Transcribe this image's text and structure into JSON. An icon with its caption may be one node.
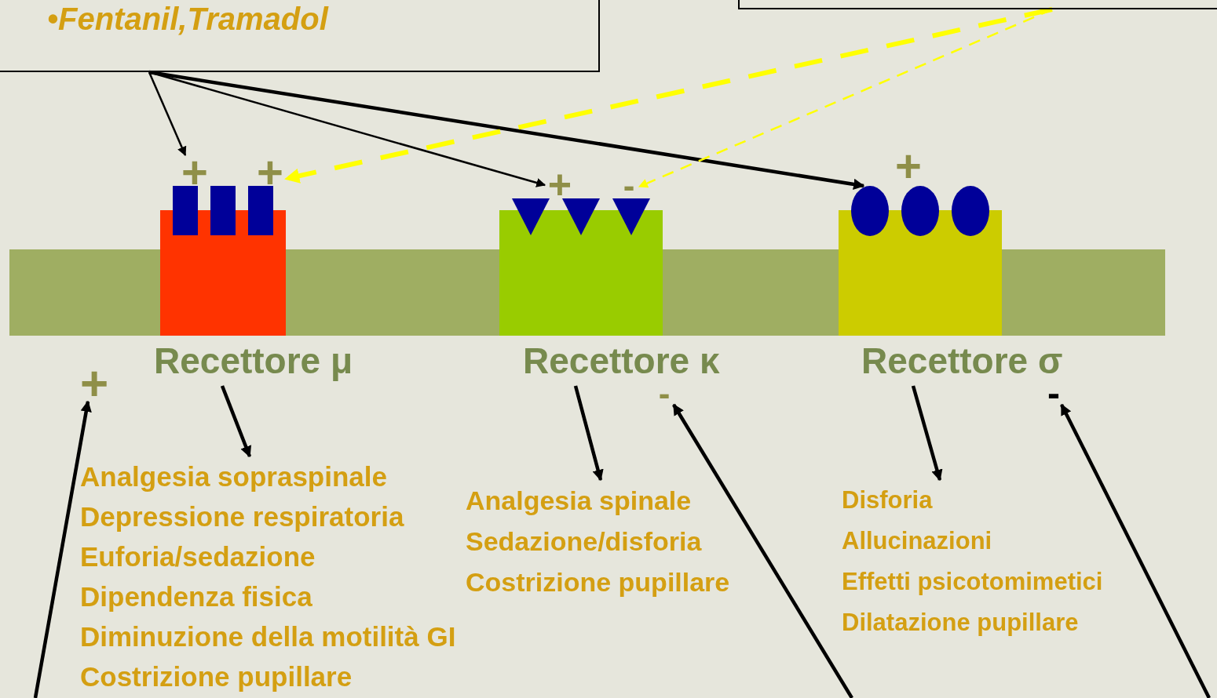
{
  "diagram": {
    "nodes": [
      {
        "text": [
          "•Fentanil,Tramadol"
        ]
      },
      {
        "text": [],
        "shape": "box"
      },
      {
        "text": [
          "+"
        ]
      },
      {
        "text": [
          "+"
        ]
      },
      {
        "text": [
          "+"
        ]
      },
      {
        "text": [
          "-"
        ]
      },
      {
        "text": [
          "+"
        ]
      },
      {
        "text": [
          "Recettore μ"
        ]
      },
      {
        "text": [
          "Recettore κ"
        ]
      },
      {
        "text": [
          "Recettore σ"
        ]
      },
      {
        "text": [
          "+"
        ]
      },
      {
        "text": [
          "-"
        ]
      },
      {
        "text": [
          "-"
        ]
      },
      {
        "text": [
          "Analgesia sopraspinale",
          "Depressione respiratoria",
          "Euforia/sedazione",
          "Dipendenza fisica",
          "Diminuzione della motilità GI",
          "Costrizione pupillare"
        ]
      },
      {
        "text": [
          "Analgesia spinale",
          "Sedazione/disforia",
          "Costrizione pupillare"
        ]
      },
      {
        "text": [
          "Disforia",
          "Allucinazioni",
          "Effetti psicotomimetici",
          "Dilatazione pupillare"
        ]
      },
      {
        "text": [],
        "shape": "bar"
      }
    ],
    "edges": [
      {
        "from": 0,
        "to": 2,
        "arrow": "to"
      },
      {
        "from": 0,
        "to": 4,
        "arrow": "to"
      },
      {
        "from": 0,
        "to": 9,
        "arrow": "to"
      },
      {
        "from": 1,
        "to": 3,
        "arrow": "to",
        "style": "dashed",
        "color": "#ffff00"
      },
      {
        "from": 1,
        "to": 5,
        "arrow": "to",
        "style": "dashed",
        "color": "#ffff00"
      },
      {
        "from": 7,
        "to": 13,
        "arrow": "to"
      },
      {
        "from": 8,
        "to": 14,
        "arrow": "to"
      },
      {
        "from": 9,
        "to": 15,
        "arrow": "to"
      },
      {
        "from": null,
        "to": 10,
        "arrow": "to"
      },
      {
        "from": null,
        "to": 11,
        "arrow": "to"
      },
      {
        "from": null,
        "to": 12,
        "arrow": "to"
      }
    ]
  }
}
